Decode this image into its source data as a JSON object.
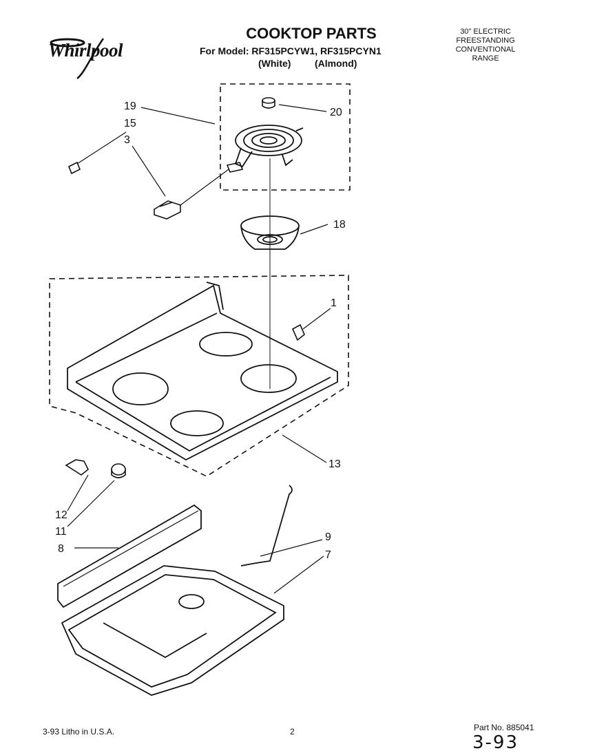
{
  "brand": {
    "logo_text": "Whirlpool"
  },
  "header": {
    "title": "COOKTOP PARTS",
    "model_line": "For Model: RF315PCYW1, RF315PCYN1",
    "variant_white": "(White)",
    "variant_almond": "(Almond)",
    "category_lines": [
      "30\" ELECTRIC",
      "FREESTANDING",
      "CONVENTIONAL",
      "RANGE"
    ]
  },
  "callouts": {
    "c19": "19",
    "c15": "15",
    "c3": "3",
    "c20": "20",
    "c18": "18",
    "c1": "1",
    "c13": "13",
    "c12": "12",
    "c11": "11",
    "c8": "8",
    "c9": "9",
    "c7": "7"
  },
  "footer": {
    "litho": "3-93 Litho in U.S.A.",
    "page": "2",
    "part_no": "Part No. 885041",
    "handwritten_date": "3-93"
  }
}
